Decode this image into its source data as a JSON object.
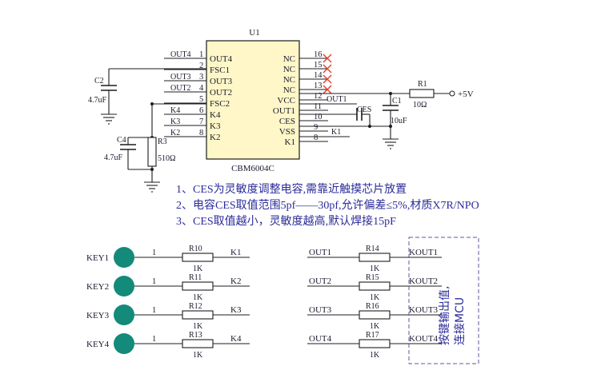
{
  "chip": {
    "ref": "U1",
    "part": "CBM6004C",
    "left_pins": [
      {
        "num": "1",
        "name": "OUT4",
        "net": "OUT4"
      },
      {
        "num": "2",
        "name": "FSC1",
        "net": ""
      },
      {
        "num": "3",
        "name": "OUT3",
        "net": "OUT3"
      },
      {
        "num": "4",
        "name": "OUT2",
        "net": "OUT2"
      },
      {
        "num": "5",
        "name": "FSC2",
        "net": ""
      },
      {
        "num": "6",
        "name": "K4",
        "net": "K4"
      },
      {
        "num": "7",
        "name": "K3",
        "net": "K3"
      },
      {
        "num": "8",
        "name": "K2",
        "net": "K2"
      }
    ],
    "right_pins": [
      {
        "num": "16",
        "name": "NC"
      },
      {
        "num": "15",
        "name": "NC"
      },
      {
        "num": "14",
        "name": "NC"
      },
      {
        "num": "13",
        "name": "NC"
      },
      {
        "num": "12",
        "name": "VCC"
      },
      {
        "num": "11",
        "name": "OUT1"
      },
      {
        "num": "10",
        "name": "CES"
      },
      {
        "num": "9",
        "name": "VSS"
      },
      {
        "num": "8",
        "name": "K1"
      }
    ]
  },
  "nets": {
    "out1": "OUT1",
    "k1": "K1",
    "ces": "CES",
    "vcc": "+5V"
  },
  "components": {
    "c2": {
      "ref": "C2",
      "value": "4.7uF"
    },
    "c4": {
      "ref": "C4",
      "value": "4.7uF"
    },
    "r3": {
      "ref": "R3",
      "value": "510Ω"
    },
    "r1": {
      "ref": "R1",
      "value": "10Ω"
    },
    "c1": {
      "ref": "C1",
      "value": "10uF"
    }
  },
  "notes": [
    "1、CES为灵敏度调整电容,需靠近触摸芯片放置",
    "2、电容CES取值范围5pf——30pf,允许偏差≤5%,材质X7R/NPO",
    "3、CES取值越小，灵敏度越高,默认焊接15pF"
  ],
  "keys": [
    {
      "key": "KEY1",
      "pin": "1",
      "ref": "R10",
      "value": "1K",
      "net": "K1"
    },
    {
      "key": "KEY2",
      "pin": "1",
      "ref": "R11",
      "value": "1K",
      "net": "K2"
    },
    {
      "key": "KEY3",
      "pin": "1",
      "ref": "R12",
      "value": "1K",
      "net": "K3"
    },
    {
      "key": "KEY4",
      "pin": "1",
      "ref": "R13",
      "value": "1K",
      "net": "K4"
    }
  ],
  "outputs": [
    {
      "in": "OUT1",
      "ref": "R14",
      "value": "1K",
      "net": "KOUT1"
    },
    {
      "in": "OUT2",
      "ref": "R15",
      "value": "1K",
      "net": "KOUT2"
    },
    {
      "in": "OUT3",
      "ref": "R16",
      "value": "1K",
      "net": "KOUT3"
    },
    {
      "in": "OUT4",
      "ref": "R17",
      "value": "1K",
      "net": "KOUT4"
    }
  ],
  "mcu_note": [
    "按键输出值,",
    "连接MCU"
  ]
}
